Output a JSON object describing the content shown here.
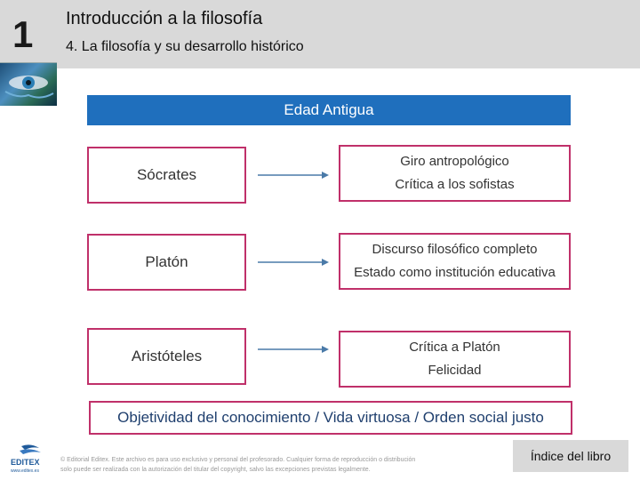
{
  "header": {
    "chapter_number": "1",
    "title": "Introducción a la filosofía",
    "subtitle": "4. La filosofía y su desarrollo histórico"
  },
  "banner": "Edad Antigua",
  "rows": [
    {
      "philosopher": "Sócrates",
      "lines": [
        "Giro antropológico",
        "Crítica a los sofistas"
      ]
    },
    {
      "philosopher": "Platón",
      "lines": [
        "Discurso filosófico completo",
        "Estado como institución educativa"
      ]
    },
    {
      "philosopher": "Aristóteles",
      "lines": [
        "Crítica a Platón",
        "Felicidad"
      ]
    }
  ],
  "summary": "Objetividad del conocimiento / Vida virtuosa / Orden social justo",
  "footer": {
    "logo_text": "EDITEX",
    "logo_url": "www.editex.es",
    "copyright_line1": "© Editorial Editex. Este archivo es para uso exclusivo y personal del profesorado. Cualquier forma de reproducción o distribución",
    "copyright_line2": "solo puede ser realizada con la autorización del titular del copyright, salvo las excepciones previstas legalmente.",
    "index_button": "Índice del libro"
  },
  "colors": {
    "banner": "#1f6fbd",
    "box_border": "#c0306a",
    "arrow": "#4a7aa8",
    "header_bg": "#d9d9d9"
  }
}
